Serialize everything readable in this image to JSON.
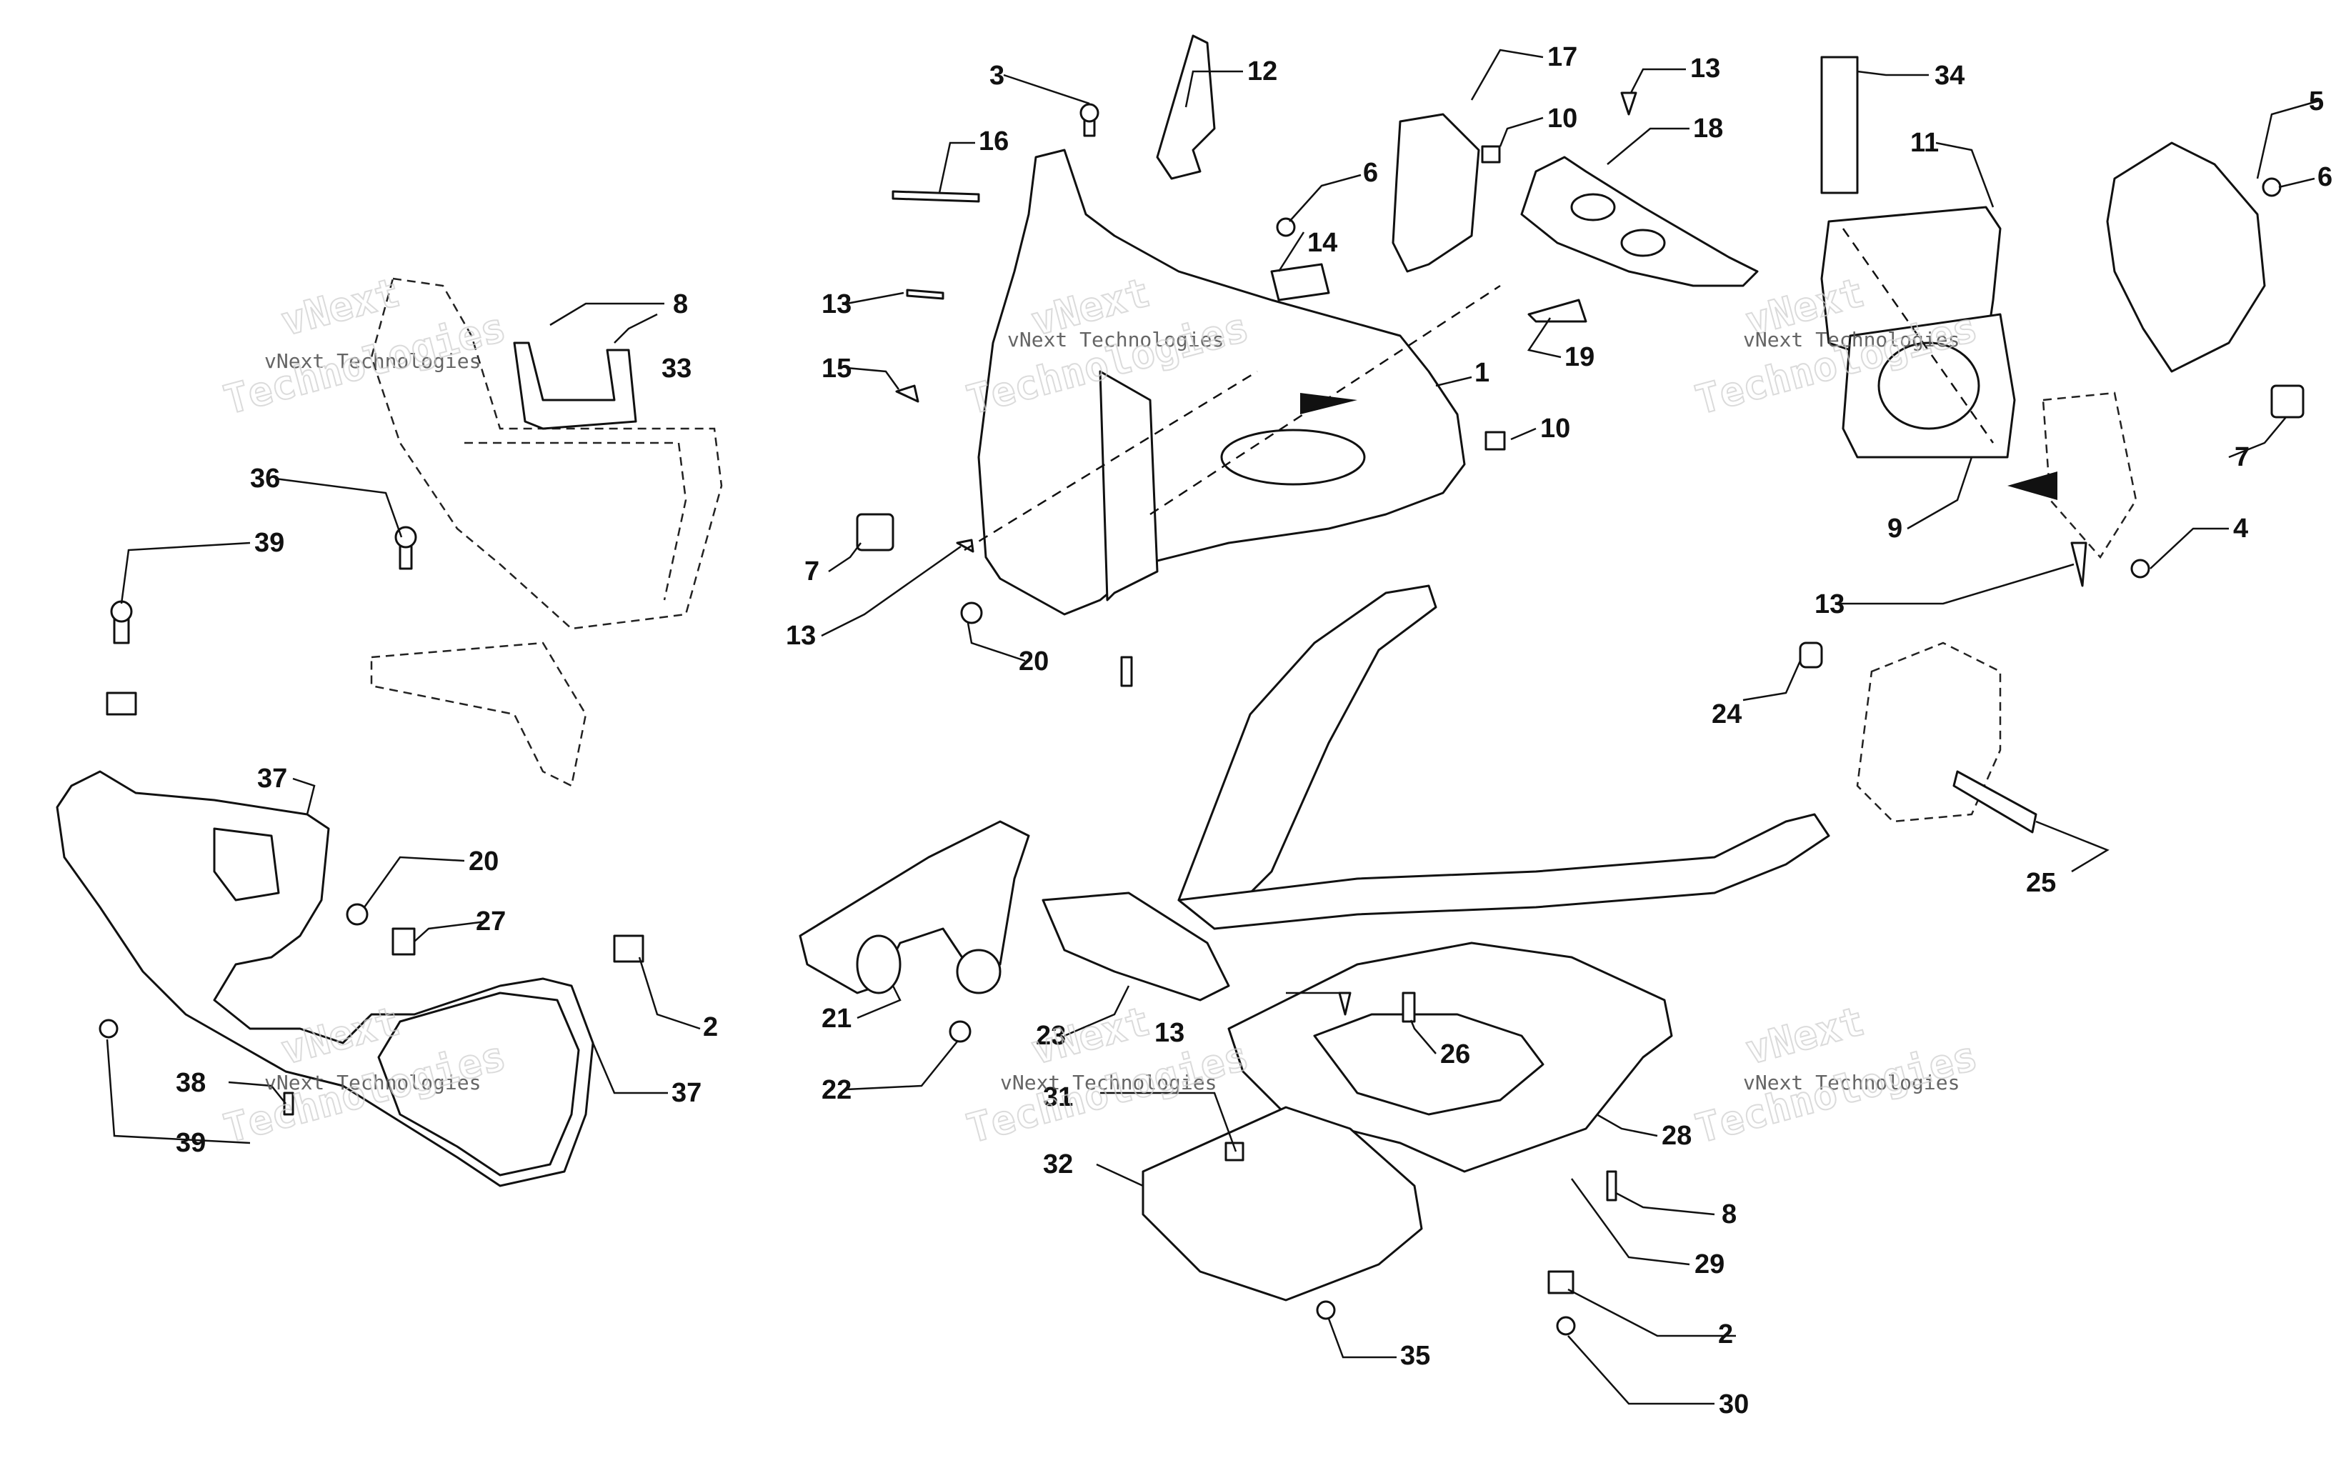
{
  "watermark": {
    "company": "vNext Technologies",
    "word1": "vNext",
    "word2": "Technologies"
  },
  "callouts": {
    "c1": "1",
    "c2a": "2",
    "c2b": "2",
    "c3": "3",
    "c4": "4",
    "c5": "5",
    "c6a": "6",
    "c6b": "6",
    "c7a": "7",
    "c7b": "7",
    "c8a": "8",
    "c8b": "8",
    "c9": "9",
    "c10a": "10",
    "c10b": "10",
    "c11": "11",
    "c12": "12",
    "c13a": "13",
    "c13b": "13",
    "c13c": "13",
    "c13d": "13",
    "c13e": "13",
    "c14": "14",
    "c15": "15",
    "c16": "16",
    "c17": "17",
    "c18": "18",
    "c19": "19",
    "c20a": "20",
    "c20b": "20",
    "c21": "21",
    "c22": "22",
    "c23": "23",
    "c24": "24",
    "c25": "25",
    "c26": "26",
    "c27": "27",
    "c28": "28",
    "c29": "29",
    "c30": "30",
    "c31": "31",
    "c32": "32",
    "c33": "33",
    "c34": "34",
    "c35": "35",
    "c36": "36",
    "c37a": "37",
    "c37b": "37",
    "c38": "38",
    "c39a": "39",
    "c39b": "39"
  }
}
